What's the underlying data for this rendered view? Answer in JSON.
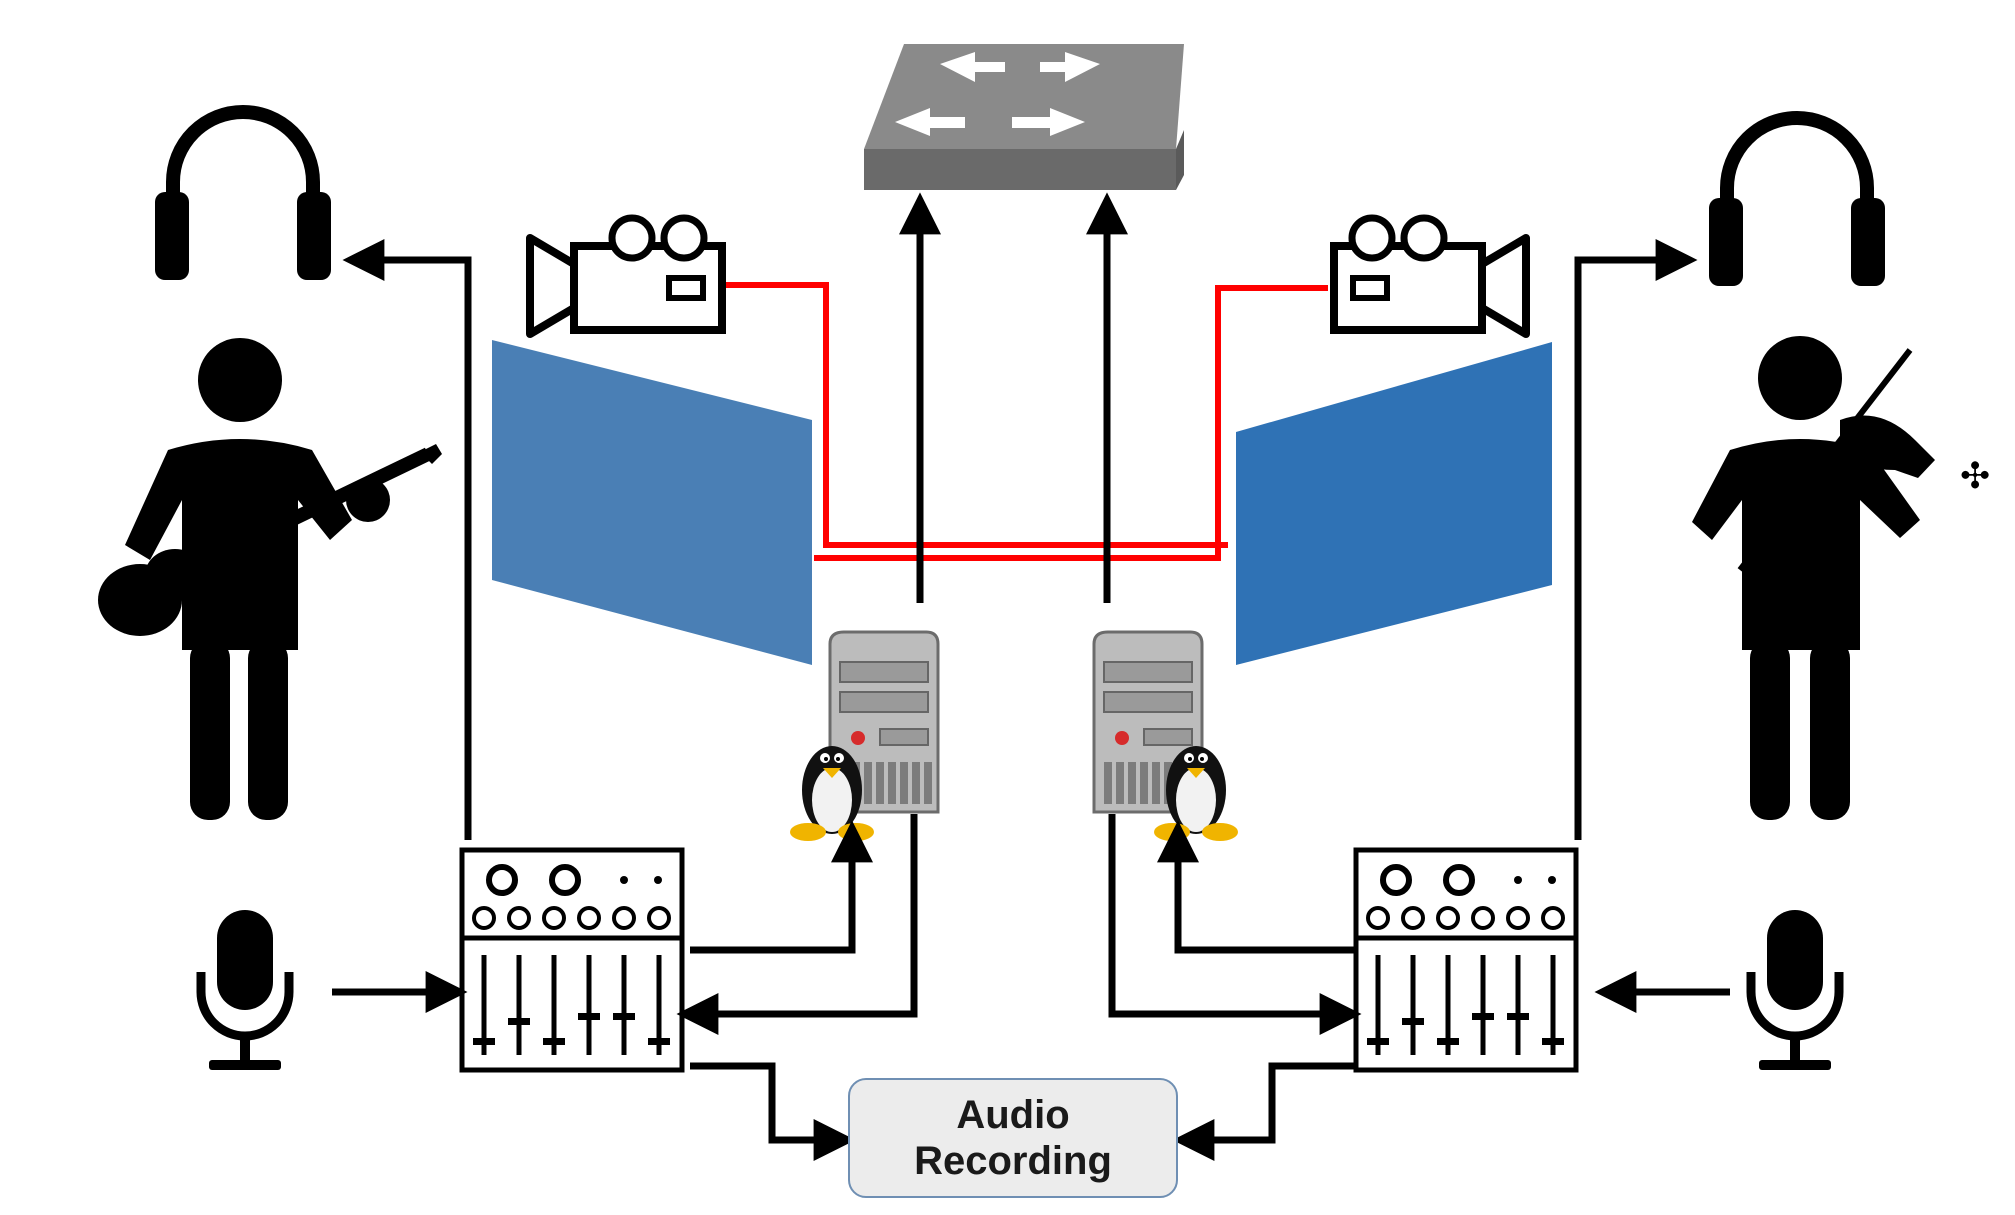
{
  "diagram": {
    "recording_box": {
      "line1": "Audio",
      "line2": "Recording"
    },
    "icons": {
      "network_switch": "network-switch-icon",
      "camera": "video-camera-icon",
      "server": "server-tower-icon",
      "linux": "tux-penguin-icon",
      "mixer": "audio-mixer-icon",
      "microphone": "microphone-icon",
      "headphones": "headphones-icon",
      "guitarist": "guitar-player-icon",
      "violinist": "violin-player-icon",
      "screen": "projection-screen"
    },
    "colors": {
      "ink": "#000000",
      "video_link": "#ff0000",
      "screen_left": "#4a7fb5",
      "screen_right": "#2f72b5",
      "switch_gray": "#7a7a7a",
      "recording_fill": "#ececec",
      "recording_border": "#6f8fb3"
    }
  }
}
